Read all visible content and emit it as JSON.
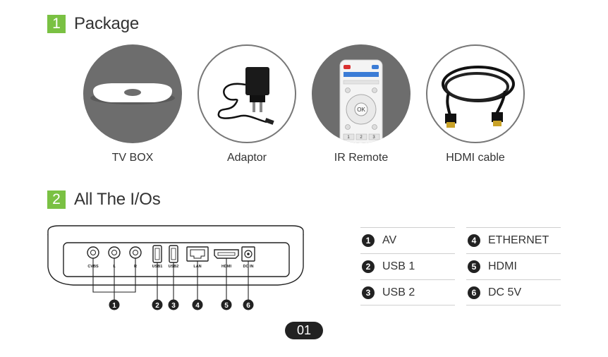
{
  "sections": {
    "package": {
      "number": "1",
      "title": "Package"
    },
    "ios": {
      "number": "2",
      "title": "All The I/Os"
    }
  },
  "package_items": [
    {
      "label": "TV BOX",
      "icon": "tv-box-icon"
    },
    {
      "label": "Adaptor",
      "icon": "power-adaptor-icon"
    },
    {
      "label": "IR Remote",
      "icon": "ir-remote-icon"
    },
    {
      "label": "HDMI cable",
      "icon": "hdmi-cable-icon"
    }
  ],
  "remote_texts": {
    "ok": "OK",
    "k1": "1",
    "k2": "2",
    "k3": "3"
  },
  "device_ports": {
    "cvbs": "CVBS",
    "l": "L",
    "r": "R",
    "usb1": "USB1",
    "usb2": "USB2",
    "lan": "LAN",
    "hdmi": "HDMI",
    "dcin": "DC IN"
  },
  "callouts": [
    "1",
    "2",
    "3",
    "4",
    "5",
    "6"
  ],
  "io_list": {
    "left": [
      {
        "num": "1",
        "label": "AV"
      },
      {
        "num": "2",
        "label": "USB 1"
      },
      {
        "num": "3",
        "label": "USB 2"
      }
    ],
    "right": [
      {
        "num": "4",
        "label": "ETHERNET"
      },
      {
        "num": "5",
        "label": "HDMI"
      },
      {
        "num": "6",
        "label": "DC 5V"
      }
    ]
  },
  "page_number": "01",
  "colors": {
    "accent_green": "#7ac143",
    "circle_gray": "#6d6d6d",
    "dark": "#222222"
  }
}
